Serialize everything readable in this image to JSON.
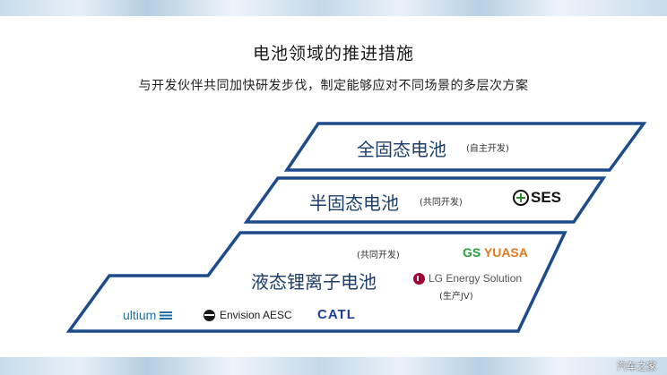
{
  "header": {
    "title": "电池领域的推进措施",
    "subtitle": "与开发伙伴共同加快研发步伐，制定能够应对不同场景的多层次方案"
  },
  "tiers": {
    "top": {
      "label": "全固态电池",
      "note": "(自主开发)"
    },
    "middle": {
      "label": "半固态电池",
      "note": "(共同开发)",
      "partner": "SES"
    },
    "bottom": {
      "label": "液态锂离子电池",
      "note": "(共同开发)",
      "partners": {
        "gs_yuasa_a": "GS",
        "gs_yuasa_b": "YUASA",
        "lg": "LG Energy Solution",
        "lg_note": "(生产JV)",
        "ultium": "ultium",
        "envision": "Envision AESC",
        "catl": "CATL"
      }
    }
  },
  "watermark": "汽车之家",
  "colors": {
    "tier_border": "#1d4b8c",
    "tier_text": "#1d3f6a"
  }
}
